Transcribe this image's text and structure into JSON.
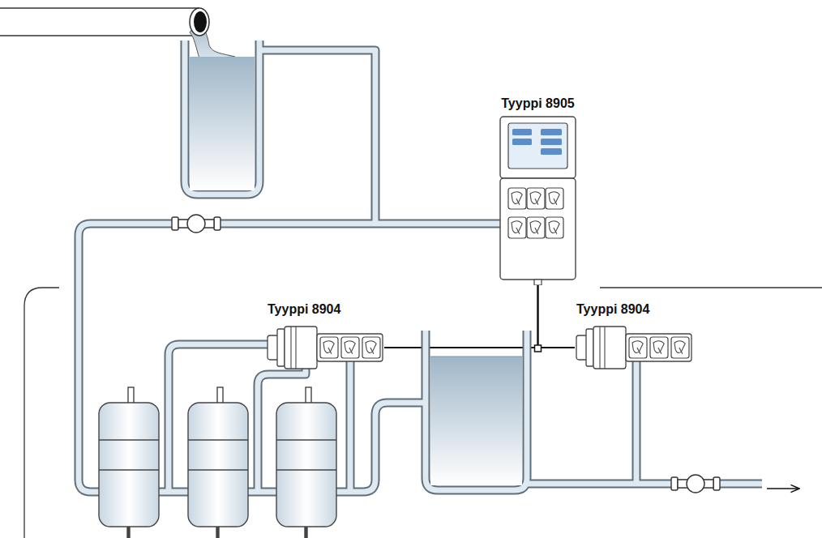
{
  "diagram": {
    "nodes": [
      {
        "text": [
          "Tyyppi 8905"
        ]
      },
      {
        "text": [
          "Tyyppi 8904"
        ]
      },
      {
        "text": [
          "Tyyppi 8904"
        ]
      }
    ],
    "edges": [
      {
        "from": 0,
        "to": 1,
        "arrow": "none"
      },
      {
        "from": 0,
        "to": 2,
        "arrow": "none"
      }
    ]
  }
}
